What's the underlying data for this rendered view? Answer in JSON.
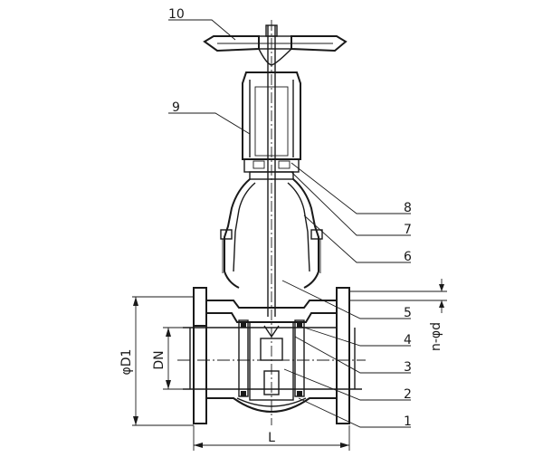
{
  "callouts": {
    "c10": "10",
    "c9": "9",
    "c8": "8",
    "c7": "7",
    "c6": "6",
    "c5": "5",
    "c4": "4",
    "c3": "3",
    "c2": "2",
    "c1": "1"
  },
  "dimensions": {
    "d1": "φD1",
    "dn": "DN",
    "l": "L",
    "nd": "n-φd"
  },
  "icons": [
    "gate-valve-drawing"
  ]
}
